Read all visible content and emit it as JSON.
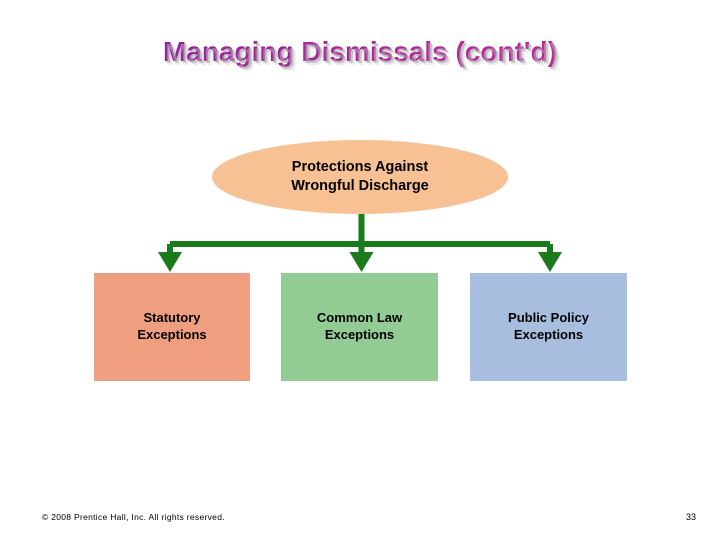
{
  "slide": {
    "title": "Managing Dismissals (cont'd)",
    "title_color": "#A0229B",
    "background_color": "#FFFFFF"
  },
  "diagram": {
    "connector_color": "#1B7A1B",
    "root": {
      "shape": "oval",
      "line1": "Protections Against",
      "line2": "Wrongful Discharge",
      "fill_color": "#F7C193",
      "text_color": "#000000"
    },
    "children": [
      {
        "shape": "rectangle",
        "line1": "Statutory",
        "line2": "Exceptions",
        "fill_color": "#F09E80",
        "text_color": "#000000"
      },
      {
        "shape": "rectangle",
        "line1": "Common Law",
        "line2": "Exceptions",
        "fill_color": "#92CC94",
        "text_color": "#000000"
      },
      {
        "shape": "rectangle",
        "line1": "Public Policy",
        "line2": "Exceptions",
        "fill_color": "#A8BEDE",
        "text_color": "#000000"
      }
    ]
  },
  "footer": {
    "copyright": "© 2008 Prentice Hall, Inc. All rights reserved.",
    "page_number": "33"
  }
}
